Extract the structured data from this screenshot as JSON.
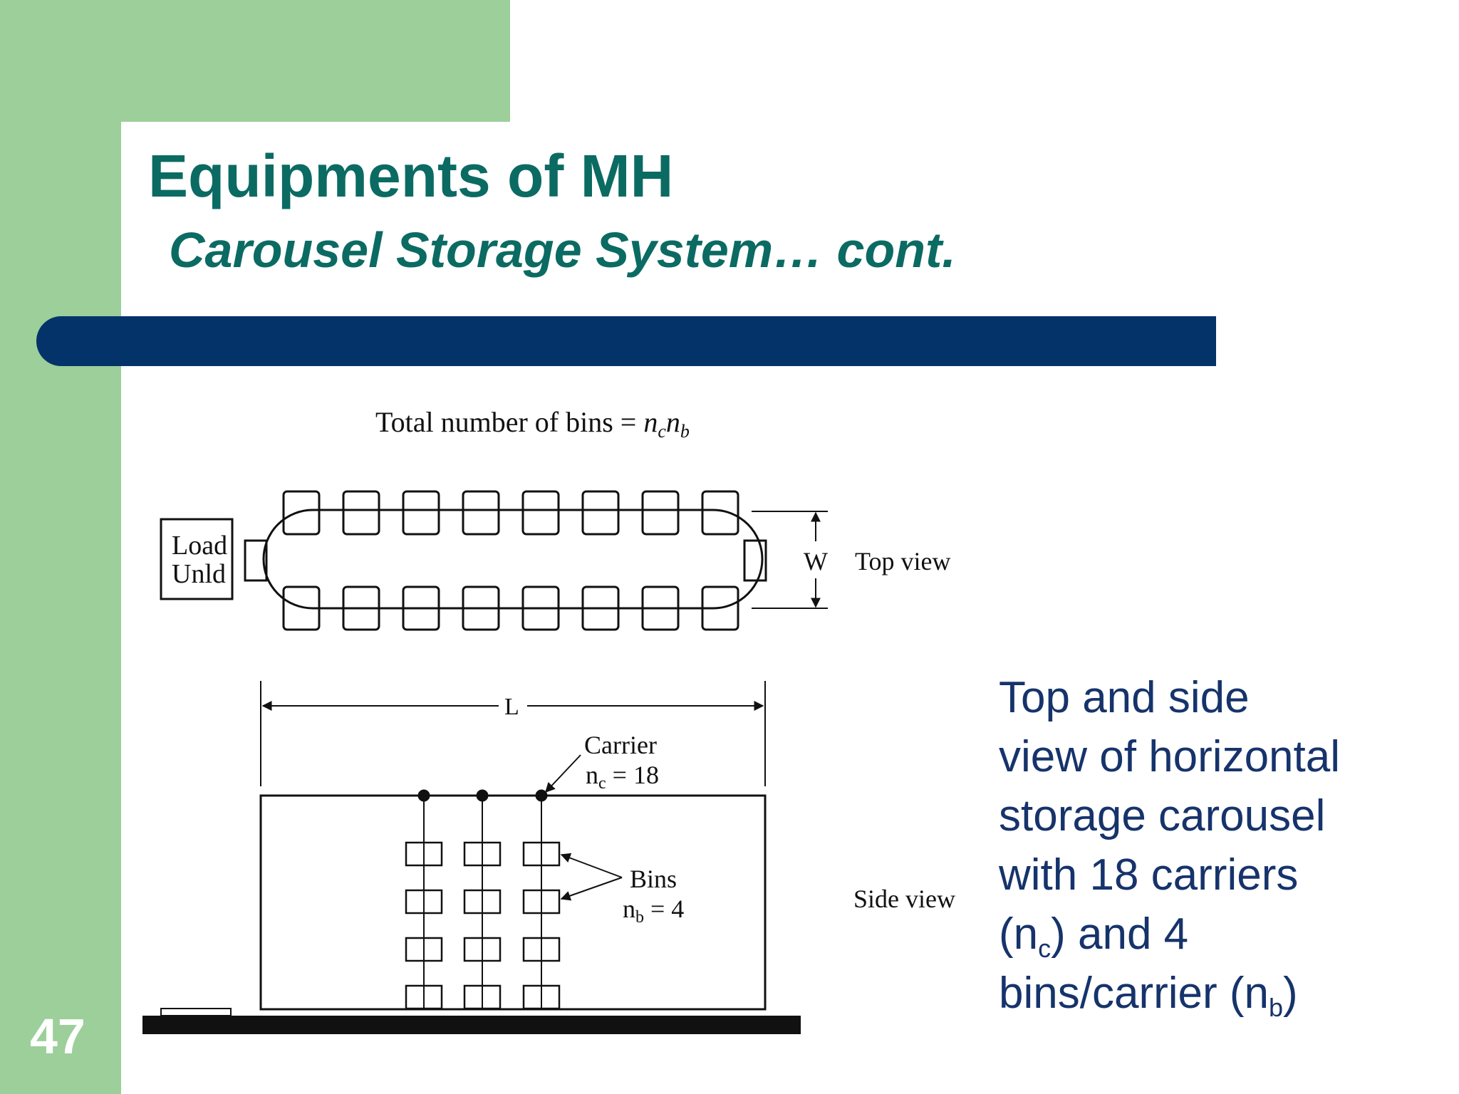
{
  "slide": {
    "title": "Equipments of MH",
    "subtitle": "Carousel Storage System… cont.",
    "number": "47",
    "colors": {
      "green": "#9ccf99",
      "title": "#0b6b63",
      "bar": "#04336a",
      "caption": "#16336b"
    }
  },
  "figure": {
    "formula_text": "Total number of bins = ",
    "formula_nc_n": "n",
    "formula_nc_sub": "c",
    "formula_nb_n": "n",
    "formula_nb_sub": "b",
    "load_line1": "Load",
    "load_line2": "Unld",
    "width_label": "W",
    "top_view_label": "Top view",
    "length_label": "L",
    "carrier_label": "Carrier",
    "carrier_count_n": "n",
    "carrier_count_sub": "c",
    "carrier_count_value": " = 18",
    "bins_label": "Bins",
    "bins_count_n": "n",
    "bins_count_sub": "b",
    "bins_count_value": " = 4",
    "side_view_label": "Side view"
  },
  "caption": {
    "line1": "Top and side",
    "line2": "view of horizontal",
    "line3": "storage carousel",
    "line4": "with 18 carriers",
    "line5_open": "(n",
    "line5_sub": "c",
    "line5_close": ") and 4",
    "line6_text": "bins/carrier (n",
    "line6_sub": "b",
    "line6_close": ")"
  }
}
